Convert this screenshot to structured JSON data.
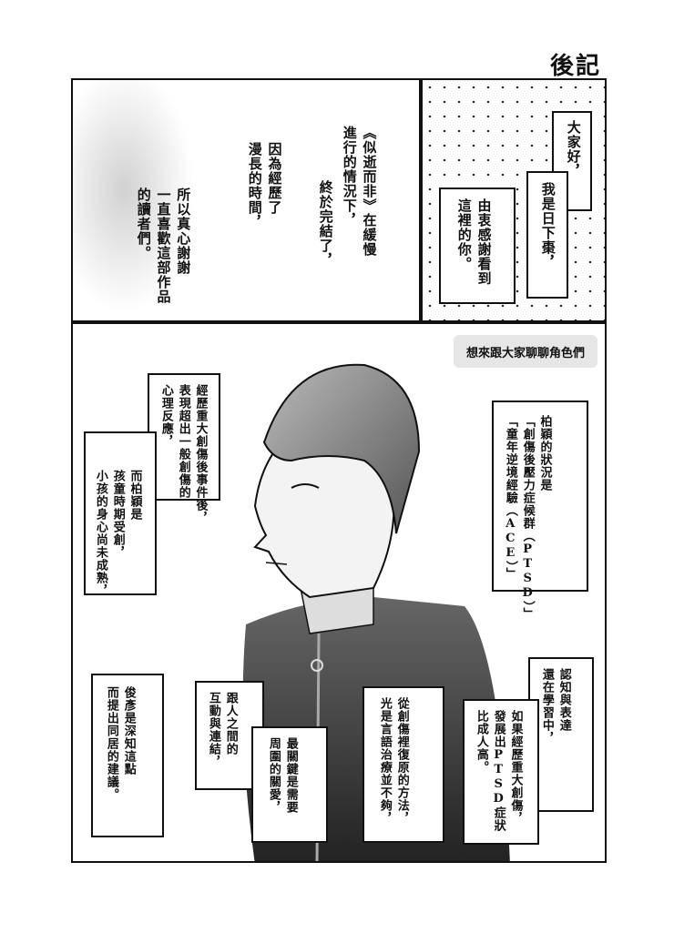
{
  "page": {
    "title": "後記"
  },
  "panel1": {
    "col1": "《似逝而非》在緩慢\n進行的情況下，",
    "col2": "終於完結了，",
    "col3": "因為經歷了\n漫長的時間，",
    "col4": "所以真心謝謝\n一直喜歡這部作品\n的讀者們。"
  },
  "panel2": {
    "bubble1": "大家好，",
    "bubble2": "我是日下棗，",
    "bubble3": "由衷感謝看到\n這裡的你。"
  },
  "panel3": {
    "tag": "想來跟大家聊聊角色們",
    "right_top": "柏穎的狀況是\n「創傷後壓力症候群（PTSD）」\n「童年逆境經驗（ACE）」",
    "left_top_a": "經歷重大創傷後事件後，\n表現超出一般創傷的\n心理反應，",
    "left_top_b": "而柏穎是\n孩童時期受創，\n小孩的身心尚未成熟，",
    "right_mid_a": "認知與表達\n還在學習中，",
    "right_mid_b": "如果經歷重大創傷，\n發展出PTSD症狀\n比成人高。",
    "center_bottom": "從創傷裡復原的方法，\n光是言語治療並不夠，",
    "mid_bottom_a": "跟人之間的\n互動與連結，",
    "mid_bottom_b": "最關鍵是需要\n周圍的關愛，",
    "left_bottom": "俊彥是深知這點\n而提出同居的建議。"
  }
}
